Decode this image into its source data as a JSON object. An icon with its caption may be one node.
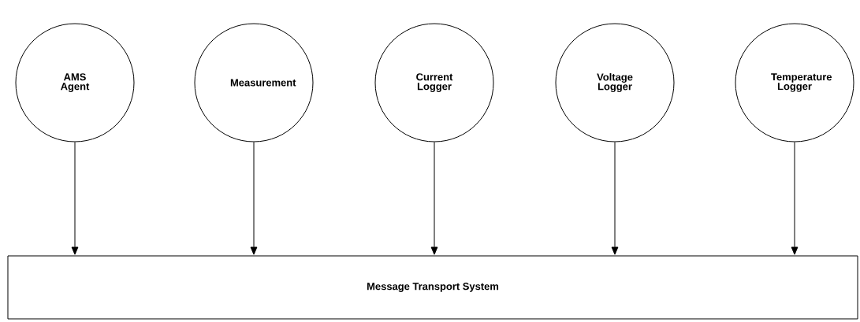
{
  "diagram": {
    "nodes": [
      {
        "text": [
          "AMS Agent"
        ]
      },
      {
        "text": [
          "Measurement"
        ]
      },
      {
        "text": [
          "Current Logger"
        ]
      },
      {
        "text": [
          "Voltage Logger"
        ]
      },
      {
        "text": [
          "Temperature Logger"
        ]
      },
      {
        "text": [
          "Message Transport System"
        ]
      }
    ],
    "edges": [
      {
        "from": 0,
        "to": 5,
        "arrow": "to"
      },
      {
        "from": 1,
        "to": 5,
        "arrow": "to"
      },
      {
        "from": 2,
        "to": 5,
        "arrow": "to"
      },
      {
        "from": 3,
        "to": 5,
        "arrow": "to"
      },
      {
        "from": 4,
        "to": 5,
        "arrow": "to"
      }
    ]
  }
}
